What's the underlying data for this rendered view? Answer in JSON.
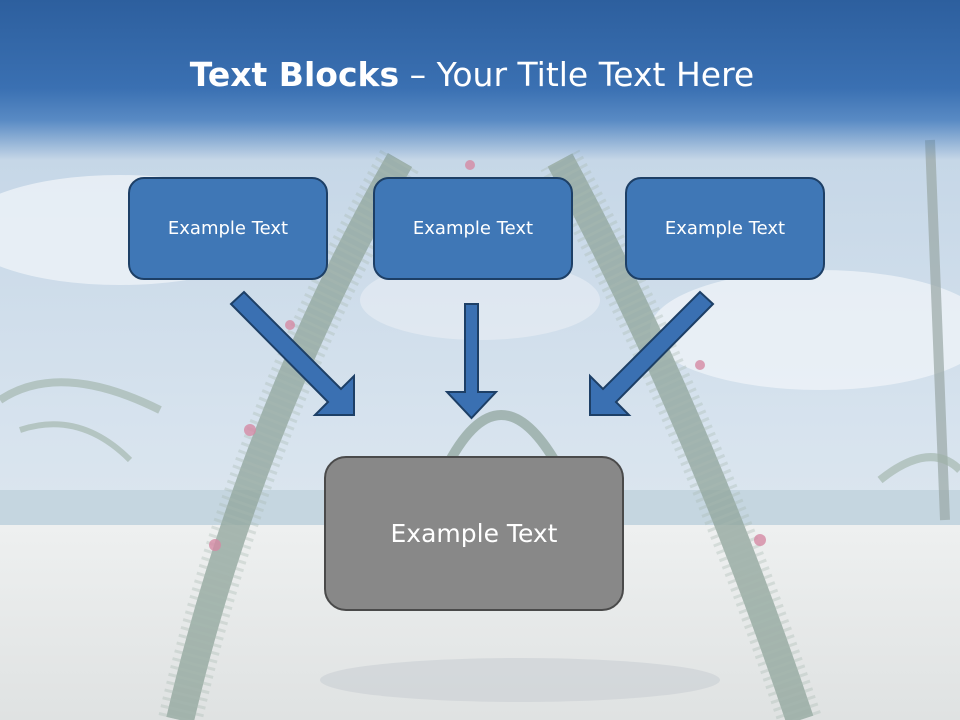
{
  "title": {
    "bold": "Text Blocks",
    "separator": " – ",
    "rest": "Your Title Text Here"
  },
  "boxes": {
    "left": "Example Text",
    "center": "Example Text",
    "right": "Example Text",
    "bottom": "Example Text"
  },
  "colors": {
    "header": "#2d5f9e",
    "box_fill": "#3f77b6",
    "box_border": "#1d3f66",
    "bottom_box_fill": "#888888",
    "bottom_box_border": "#4a4a4a",
    "arrow_fill": "#3a70b2"
  }
}
